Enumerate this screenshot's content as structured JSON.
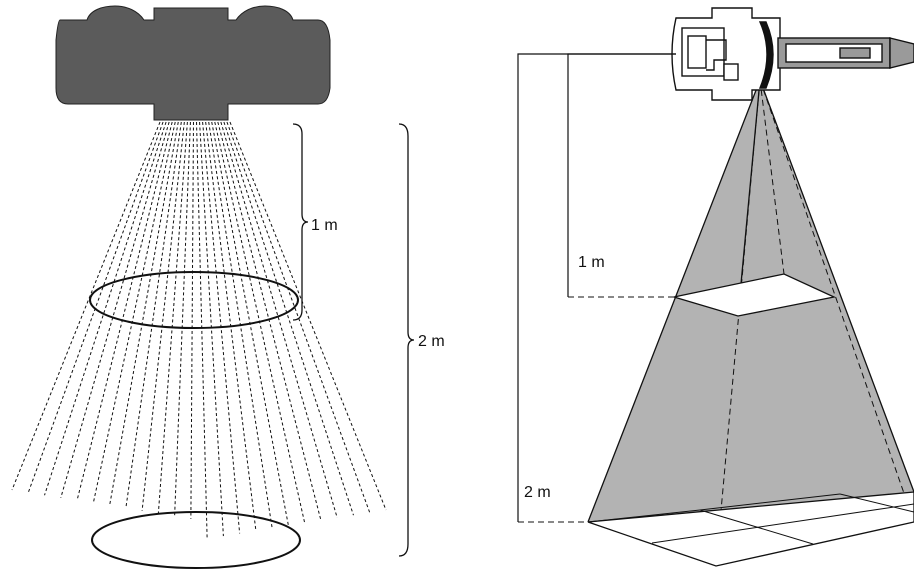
{
  "left_figure": {
    "label_near": "1 m",
    "label_far": "2 m"
  },
  "right_figure": {
    "label_near": "1 m",
    "label_far": "2 m"
  },
  "colors": {
    "ink": "#111111",
    "device_fill": "#5b5b5b",
    "pyramid_fill": "#b3b3b3",
    "background": "#ffffff"
  }
}
